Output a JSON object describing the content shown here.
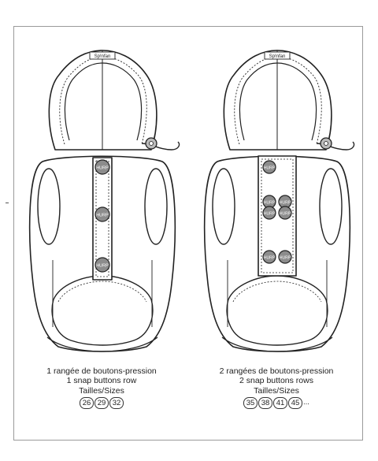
{
  "left": {
    "brand_tag": "Sp!nfan",
    "button_text": "HURP",
    "caption_fr": "1 rangée de boutons-pression",
    "caption_en": "1 snap buttons row",
    "sizes_label": "Tailles/Sizes",
    "sizes": [
      "26",
      "29",
      "32"
    ]
  },
  "right": {
    "brand_tag": "Sp!nfan",
    "button_text": "HURP",
    "caption_fr": "2 rangées de boutons-pression",
    "caption_en": "2 snap buttons rows",
    "sizes_label": "Tailles/Sizes",
    "sizes": [
      "35",
      "38",
      "41",
      "45"
    ],
    "more": "..."
  },
  "colors": {
    "outline": "#222222",
    "button_fill": "#8c8c8c",
    "frame": "#9a9a9a"
  }
}
